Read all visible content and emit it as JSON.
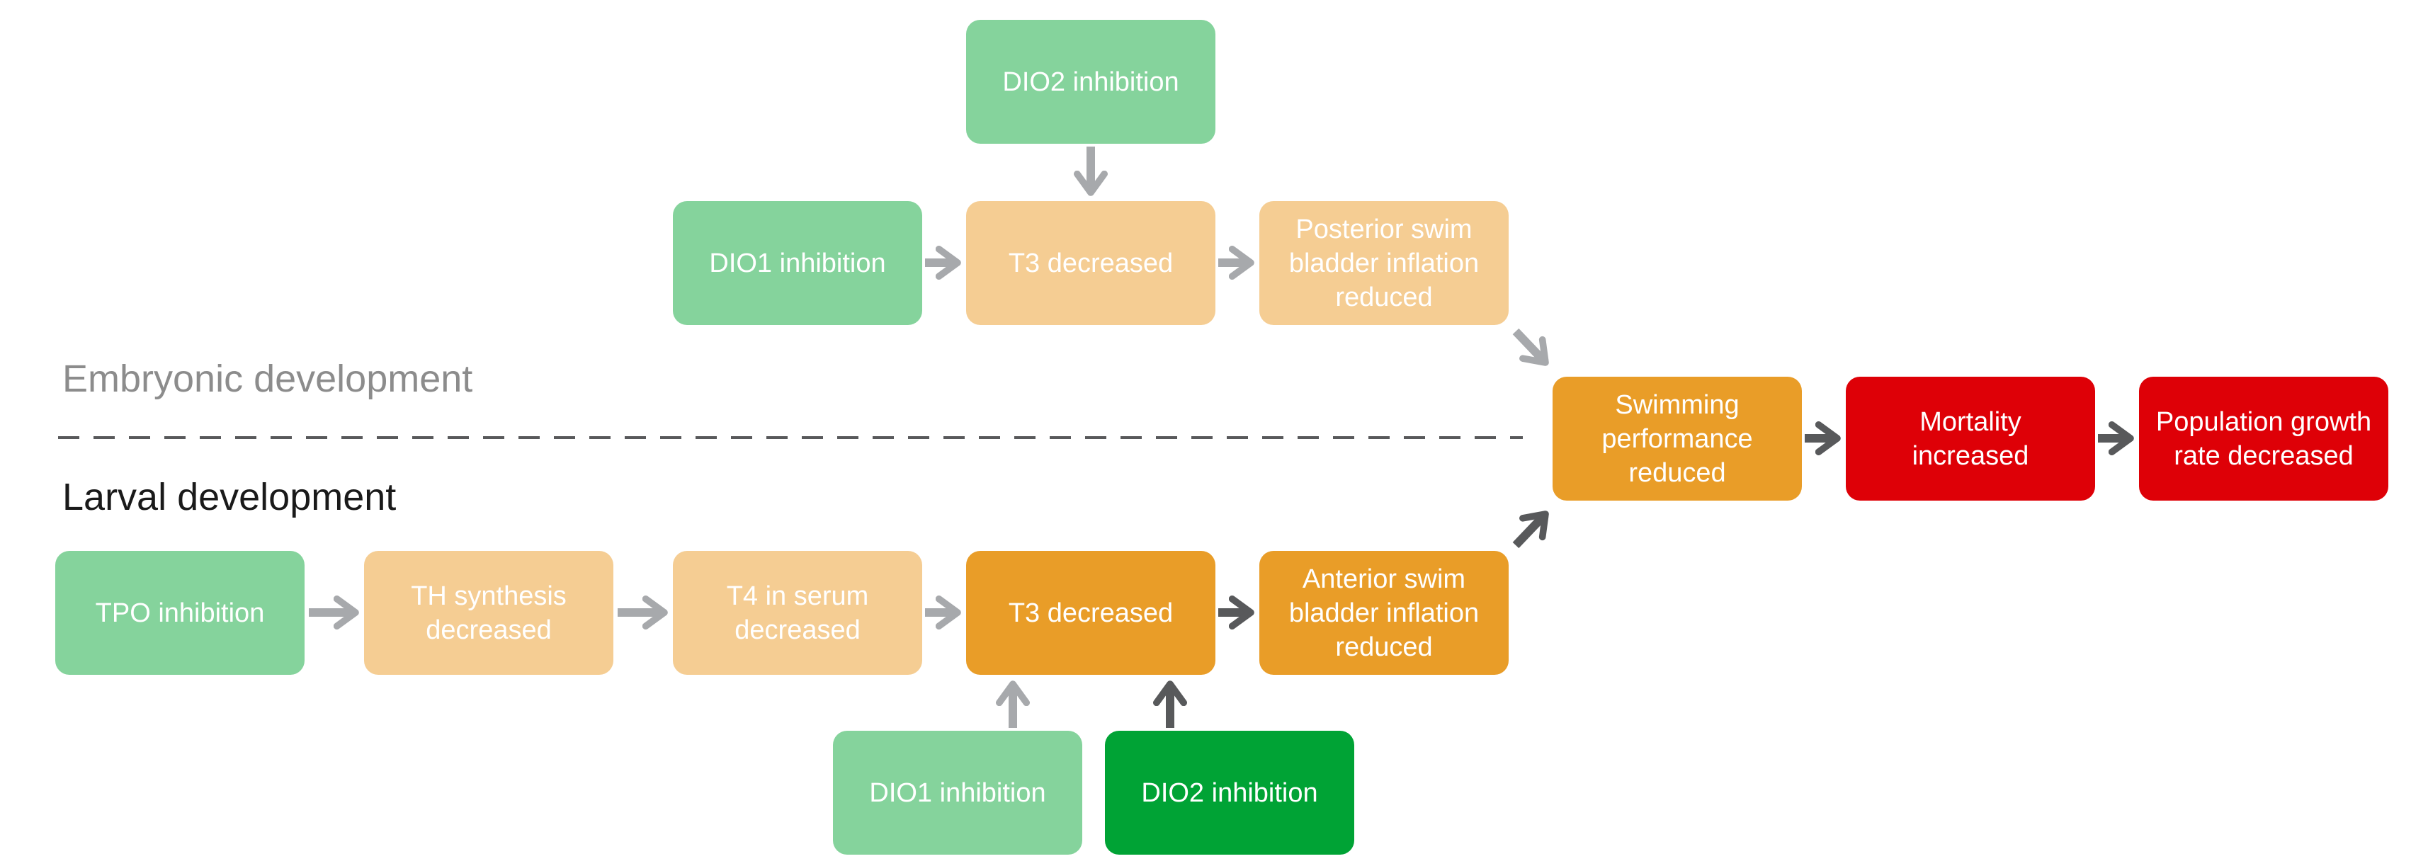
{
  "sections": {
    "embryonic": "Embryonic development",
    "larval": "Larval development"
  },
  "colors": {
    "green_light": "#85d39c",
    "green_dark": "#00a335",
    "peach": "#f5cd93",
    "orange": "#e99d28",
    "red": "#de0007",
    "arrow_light": "#a7a9ac",
    "arrow_dark": "#58595b",
    "divider": "#58595b"
  },
  "nodes": {
    "dio2_top": [
      "DIO2 inhibition"
    ],
    "dio1_top": [
      "DIO1 inhibition"
    ],
    "t3_top": [
      "T3 decreased"
    ],
    "posterior_swim": [
      "Posterior swim",
      "bladder inflation",
      "reduced"
    ],
    "swimming": [
      "Swimming",
      "performance",
      "reduced"
    ],
    "mortality": [
      "Mortality",
      "increased"
    ],
    "population": [
      "Population growth",
      "rate decreased"
    ],
    "tpo": [
      "TPO inhibition"
    ],
    "th_synthesis": [
      "TH synthesis",
      "decreased"
    ],
    "t4_serum": [
      "T4 in serum",
      "decreased"
    ],
    "t3_low": [
      "T3 decreased"
    ],
    "anterior_swim": [
      "Anterior swim",
      "bladder inflation",
      "reduced"
    ],
    "dio1_low": [
      "DIO1 inhibition"
    ],
    "dio2_low": [
      "DIO2 inhibition"
    ]
  }
}
